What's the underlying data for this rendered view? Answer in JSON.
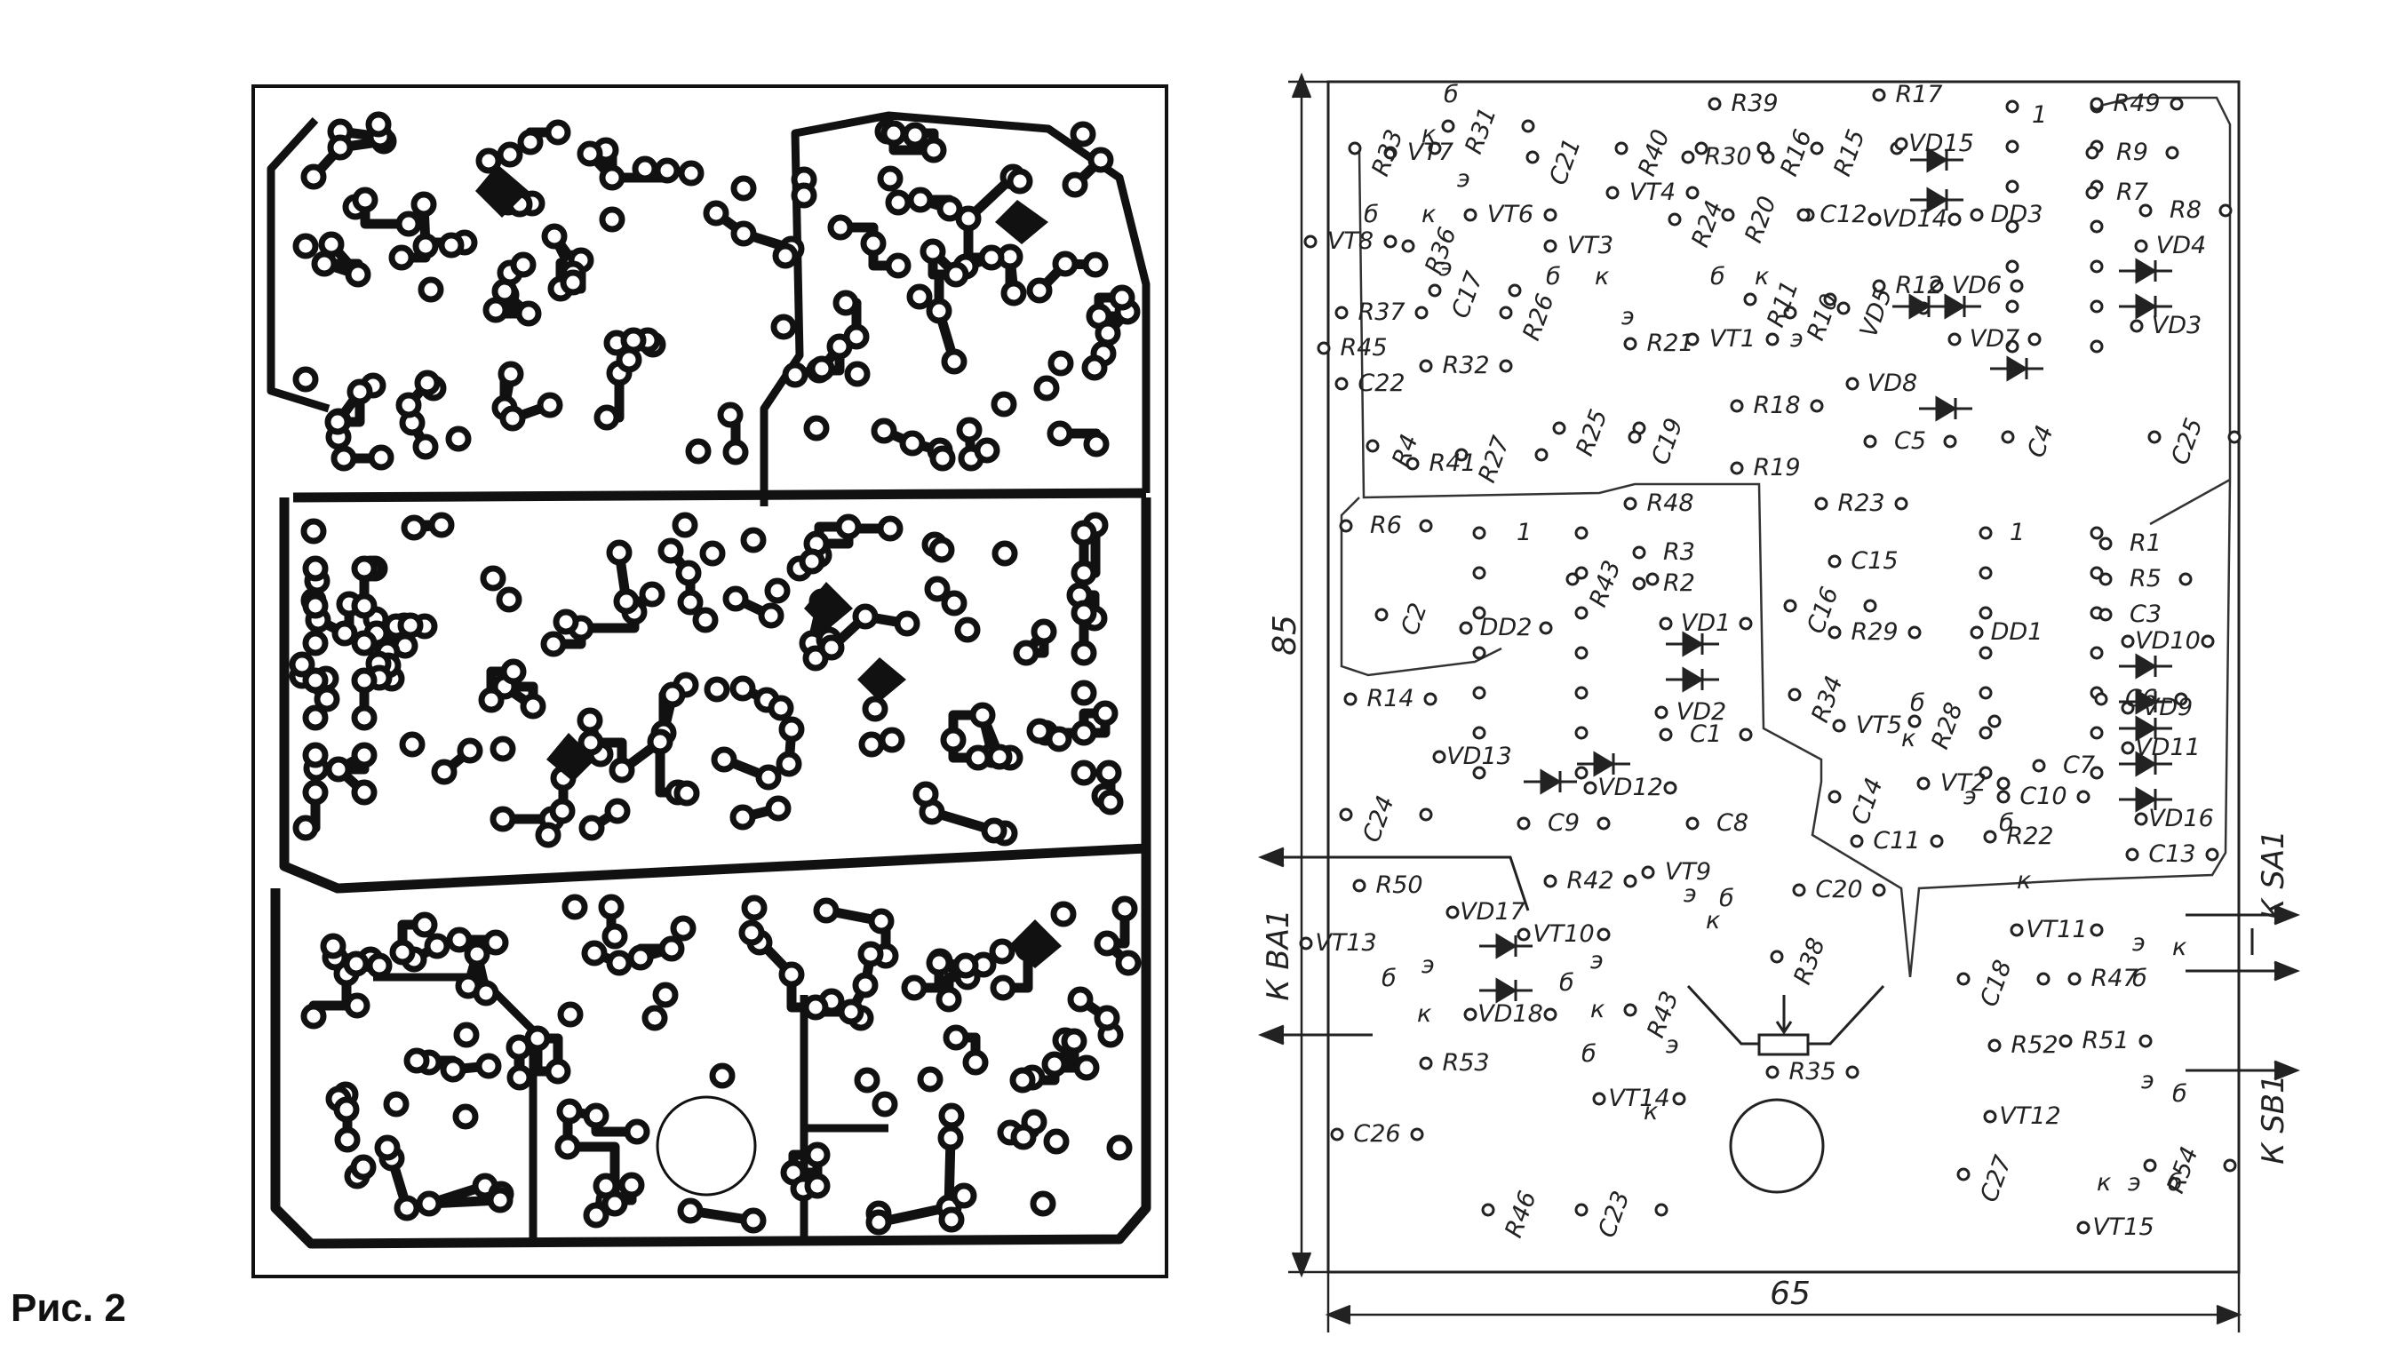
{
  "caption": "Рис. 2",
  "dimensions": {
    "height": "85",
    "width": "65"
  },
  "connectors": {
    "left_top": "К ВА1",
    "right_top": "К SA1",
    "right_bottom": "К SB1"
  },
  "chips": [
    "DD1",
    "DD2",
    "DD3"
  ],
  "component_labels": [
    "R33",
    "VT7",
    "R31",
    "C21",
    "R40",
    "R39",
    "R30",
    "R16",
    "R15",
    "R17",
    "R49",
    "VD15",
    "VT8",
    "R36",
    "VT6",
    "VT3",
    "VT4",
    "R24",
    "R20",
    "C12",
    "VD14",
    "DD3",
    "R9",
    "R7",
    "R8",
    "VD4",
    "C17",
    "R26",
    "R11",
    "R10",
    "VD5",
    "R12",
    "VD6",
    "VD3",
    "R37",
    "R45",
    "R32",
    "R21",
    "VT1",
    "VD8",
    "VD7",
    "C22",
    "R25",
    "C19",
    "R18",
    "R4",
    "R27",
    "R41",
    "C5",
    "C4",
    "C25",
    "R19",
    "R6",
    "R48",
    "R23",
    "R1",
    "R43",
    "R3",
    "C16",
    "C15",
    "R5",
    "C2",
    "DD2",
    "R2",
    "VD1",
    "C3",
    "R29",
    "DD1",
    "VD10",
    "R34",
    "R14",
    "VD2",
    "R28",
    "VT5",
    "C6",
    "VD9",
    "C1",
    "VD11",
    "C24",
    "VD13",
    "VD12",
    "C14",
    "VT2",
    "C7",
    "C10",
    "VD16",
    "C9",
    "C8",
    "C11",
    "R22",
    "C13",
    "VT9",
    "C20",
    "R50",
    "R42",
    "VD17",
    "VT10",
    "R38",
    "VT11",
    "VT13",
    "C18",
    "R47",
    "VD18",
    "R43",
    "R35",
    "R52",
    "R51",
    "R53",
    "VT14",
    "VT12",
    "C26",
    "C27",
    "R54",
    "R46",
    "C23",
    "VT15"
  ],
  "pin_letters": [
    "б",
    "к",
    "э"
  ],
  "pin_one": "1"
}
